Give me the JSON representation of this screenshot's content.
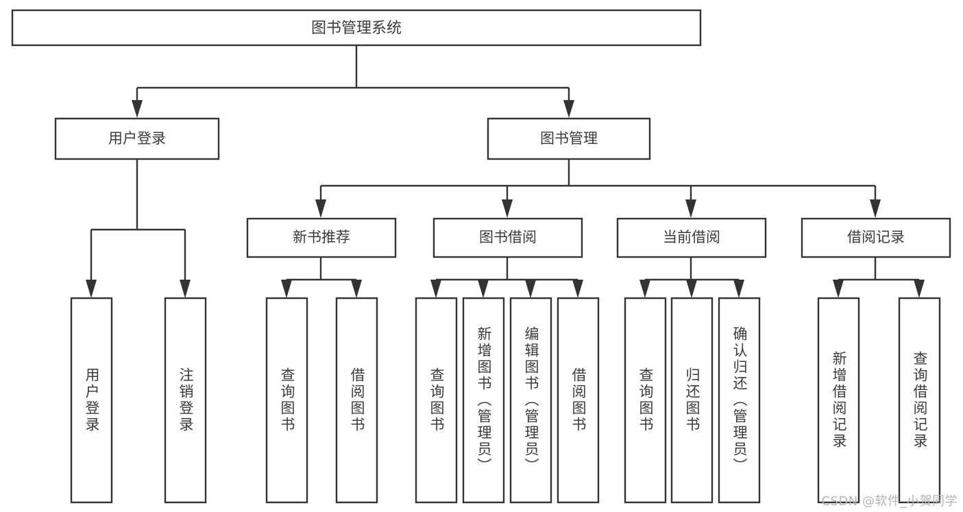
{
  "diagram": {
    "type": "tree",
    "title": "图书管理系统",
    "orientation": "top-down",
    "colors": {
      "background": "#ffffff",
      "box_stroke": "#333333",
      "box_fill": "#ffffff",
      "text": "#3a3a3a",
      "connector": "#333333",
      "watermark": "#b4b4b4"
    },
    "root": {
      "label": "图书管理系统",
      "orientation": "horizontal"
    },
    "level2": [
      {
        "label": "用户登录",
        "orientation": "horizontal"
      },
      {
        "label": "图书管理",
        "orientation": "horizontal"
      }
    ],
    "level3": [
      {
        "label": "新书推荐",
        "orientation": "horizontal"
      },
      {
        "label": "图书借阅",
        "orientation": "horizontal"
      },
      {
        "label": "当前借阅",
        "orientation": "horizontal"
      },
      {
        "label": "借阅记录",
        "orientation": "horizontal"
      }
    ],
    "leaves": {
      "user_login": [
        {
          "label": "用户登录",
          "orientation": "vertical"
        },
        {
          "label": "注销登录",
          "orientation": "vertical"
        }
      ],
      "new_book_recommend": [
        {
          "label": "查询图书",
          "orientation": "vertical"
        },
        {
          "label": "借阅图书",
          "orientation": "vertical"
        }
      ],
      "book_borrow": [
        {
          "label": "查询图书",
          "orientation": "vertical"
        },
        {
          "label": "新增图书（管理员）",
          "orientation": "vertical"
        },
        {
          "label": "编辑图书（管理员）",
          "orientation": "vertical"
        },
        {
          "label": "借阅图书",
          "orientation": "vertical"
        }
      ],
      "current_borrow": [
        {
          "label": "查询图书",
          "orientation": "vertical"
        },
        {
          "label": "归还图书",
          "orientation": "vertical"
        },
        {
          "label": "确认归还（管理员）",
          "orientation": "vertical"
        }
      ],
      "borrow_record": [
        {
          "label": "新增借阅记录",
          "orientation": "vertical"
        },
        {
          "label": "查询借阅记录",
          "orientation": "vertical"
        }
      ]
    }
  },
  "watermark": {
    "text": "CSDN @软件_小贺同学"
  }
}
